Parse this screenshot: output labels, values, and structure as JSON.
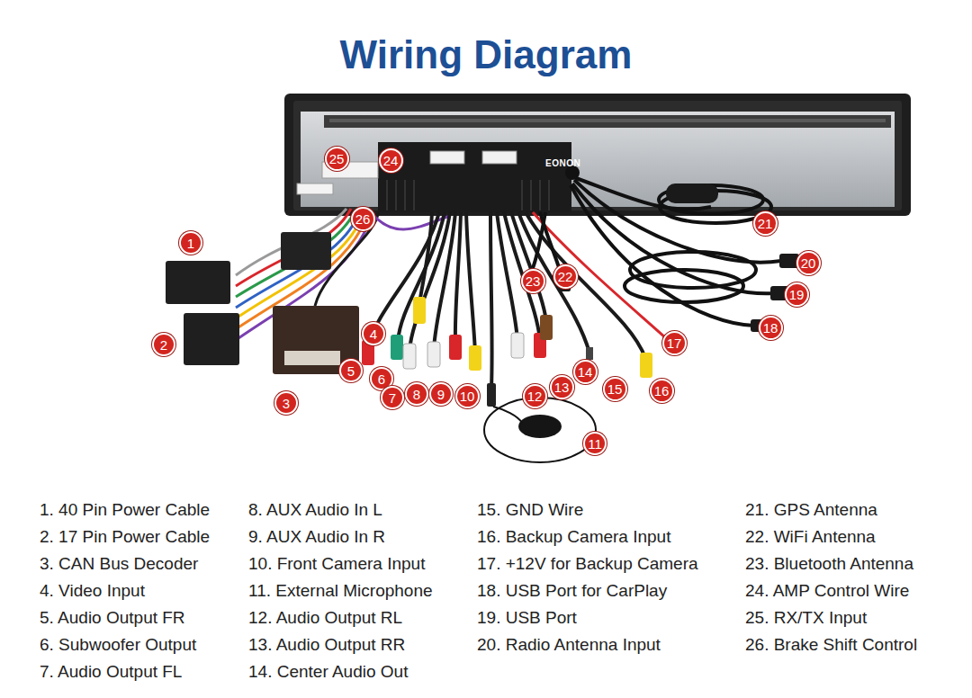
{
  "diagram": {
    "title": "Wiring Diagram",
    "nodes": [
      {
        "text": [
          "1"
        ]
      },
      {
        "text": [
          "2"
        ]
      },
      {
        "text": [
          "3"
        ]
      },
      {
        "text": [
          "4"
        ]
      },
      {
        "text": [
          "5"
        ]
      },
      {
        "text": [
          "6"
        ]
      },
      {
        "text": [
          "7"
        ]
      },
      {
        "text": [
          "8"
        ]
      },
      {
        "text": [
          "9"
        ]
      },
      {
        "text": [
          "10"
        ]
      },
      {
        "text": [
          "11"
        ]
      },
      {
        "text": [
          "12"
        ]
      },
      {
        "text": [
          "13"
        ]
      },
      {
        "text": [
          "14"
        ]
      },
      {
        "text": [
          "15"
        ]
      },
      {
        "text": [
          "16"
        ]
      },
      {
        "text": [
          "17"
        ]
      },
      {
        "text": [
          "18"
        ]
      },
      {
        "text": [
          "19"
        ]
      },
      {
        "text": [
          "20"
        ]
      },
      {
        "text": [
          "21"
        ]
      },
      {
        "text": [
          "22"
        ]
      },
      {
        "text": [
          "23"
        ]
      },
      {
        "text": [
          "24"
        ]
      },
      {
        "text": [
          "25"
        ]
      },
      {
        "text": [
          "26"
        ]
      }
    ],
    "labels": [
      "EONON",
      "1. 40 Pin Power Cable",
      "2. 17 Pin Power Cable",
      "3. CAN Bus Decoder",
      "4. Video Input",
      "5. Audio Output FR",
      "6. Subwoofer Output",
      "7. Audio Output FL",
      "8. AUX Audio In L",
      "9. AUX Audio In R",
      "10. Front Camera Input",
      "11. External Microphone",
      "12. Audio Output RL",
      "13. Audio Output RR",
      "14. Center Audio Out",
      "15. GND Wire",
      "16. Backup Camera Input",
      "17. +12V for Backup Camera",
      "18. USB Port for CarPlay",
      "19. USB Port",
      "20. Radio Antenna Input",
      "21. GPS Antenna",
      "22. WiFi Antenna",
      "23. Bluetooth Antenna",
      "24. AMP Control Wire",
      "25. RX/TX Input",
      "26. Brake Shift Control"
    ]
  }
}
